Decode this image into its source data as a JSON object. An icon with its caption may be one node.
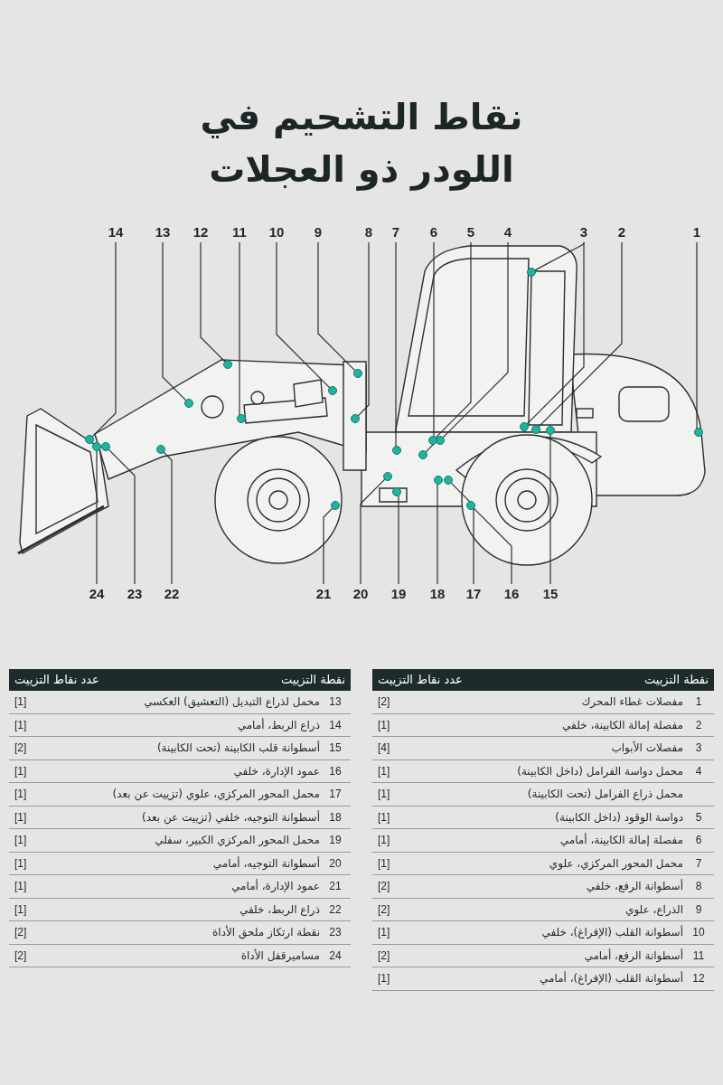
{
  "diagram": {
    "title": "نقاط التشحيم في اللودر ذو العجلات",
    "nodes": [
      {
        "text": [
          "1"
        ]
      },
      {
        "text": [
          "2"
        ]
      },
      {
        "text": [
          "3"
        ]
      },
      {
        "text": [
          "4"
        ]
      },
      {
        "text": [
          "5"
        ]
      },
      {
        "text": [
          "6"
        ]
      },
      {
        "text": [
          "7"
        ]
      },
      {
        "text": [
          "8"
        ]
      },
      {
        "text": [
          "9"
        ]
      },
      {
        "text": [
          "10"
        ]
      },
      {
        "text": [
          "11"
        ]
      },
      {
        "text": [
          "12"
        ]
      },
      {
        "text": [
          "13"
        ]
      },
      {
        "text": [
          "14"
        ]
      },
      {
        "text": [
          "15"
        ]
      },
      {
        "text": [
          "16"
        ]
      },
      {
        "text": [
          "17"
        ]
      },
      {
        "text": [
          "18"
        ]
      },
      {
        "text": [
          "19"
        ]
      },
      {
        "text": [
          "20"
        ]
      },
      {
        "text": [
          "21"
        ]
      },
      {
        "text": [
          "22"
        ]
      },
      {
        "text": [
          "23"
        ]
      },
      {
        "text": [
          "24"
        ]
      },
      {
        "text": [],
        "shape": "circle"
      },
      {
        "text": [],
        "shape": "circle"
      },
      {
        "text": [],
        "shape": "circle"
      },
      {
        "text": [],
        "shape": "circle"
      },
      {
        "text": [],
        "shape": "circle"
      },
      {
        "text": [],
        "shape": "circle"
      },
      {
        "text": [],
        "shape": "circle"
      },
      {
        "text": [],
        "shape": "circle"
      },
      {
        "text": [],
        "shape": "circle"
      },
      {
        "text": [],
        "shape": "circle"
      },
      {
        "text": [],
        "shape": "circle"
      },
      {
        "text": [],
        "shape": "circle"
      },
      {
        "text": [],
        "shape": "circle"
      },
      {
        "text": [],
        "shape": "circle"
      },
      {
        "text": [],
        "shape": "circle"
      },
      {
        "text": [],
        "shape": "circle"
      },
      {
        "text": [],
        "shape": "circle"
      },
      {
        "text": [],
        "shape": "circle"
      },
      {
        "text": [],
        "shape": "circle"
      },
      {
        "text": [],
        "shape": "circle"
      },
      {
        "text": [],
        "shape": "circle"
      },
      {
        "text": [],
        "shape": "circle"
      },
      {
        "text": [],
        "shape": "circle"
      },
      {
        "text": [],
        "shape": "circle"
      },
      {
        "text": [],
        "shape": "circle"
      }
    ],
    "edges": [
      {
        "from": 0,
        "to": 24,
        "arrow": "none"
      },
      {
        "from": 1,
        "to": 25,
        "arrow": "none"
      },
      {
        "from": 2,
        "to": 26,
        "arrow": "none"
      },
      {
        "from": 2,
        "to": 27,
        "arrow": "none"
      },
      {
        "from": 3,
        "to": 28,
        "arrow": "none"
      },
      {
        "from": 4,
        "to": 29,
        "arrow": "none"
      },
      {
        "from": 5,
        "to": 30,
        "arrow": "none"
      },
      {
        "from": 6,
        "to": 31,
        "arrow": "none"
      },
      {
        "from": 7,
        "to": 32,
        "arrow": "none"
      },
      {
        "from": 8,
        "to": 33,
        "arrow": "none"
      },
      {
        "from": 9,
        "to": 34,
        "arrow": "none"
      },
      {
        "from": 10,
        "to": 35,
        "arrow": "none"
      },
      {
        "from": 11,
        "to": 36,
        "arrow": "none"
      },
      {
        "from": 12,
        "to": 37,
        "arrow": "none"
      },
      {
        "from": 13,
        "to": 38,
        "arrow": "none"
      },
      {
        "from": 14,
        "to": 39,
        "arrow": "none"
      },
      {
        "from": 15,
        "to": 40,
        "arrow": "none"
      },
      {
        "from": 16,
        "to": 41,
        "arrow": "none"
      },
      {
        "from": 17,
        "to": 42,
        "arrow": "none"
      },
      {
        "from": 18,
        "to": 43,
        "arrow": "none"
      },
      {
        "from": 19,
        "to": 44,
        "arrow": "none"
      },
      {
        "from": 20,
        "to": 45,
        "arrow": "none"
      },
      {
        "from": 21,
        "to": 46,
        "arrow": "none"
      },
      {
        "from": 22,
        "to": 47,
        "arrow": "none"
      },
      {
        "from": 23,
        "to": 48,
        "arrow": "none"
      }
    ],
    "labels": [
      "نقطة التزييت",
      "عدد نقاط التزييت",
      "1",
      "مفصلات غطاء المحرك",
      "[2]",
      "2",
      "مفصلة إمالة الكابينة، خلفي",
      "[1]",
      "3",
      "مفصلات الأبواب",
      "[4]",
      "4",
      "محمل دواسة الفرامل (داخل الكابينة)",
      "[1]",
      "محمل ذراع الفرامل (تحت الكابينة)",
      "[1]",
      "5",
      "دواسة الوقود (داخل الكابينة)",
      "[1]",
      "6",
      "مفصلة إمالة الكابينة، أمامي",
      "[1]",
      "7",
      "محمل المحور المركزي، علوي",
      "[1]",
      "8",
      "أسطوانة الرفع، خلفي",
      "[2]",
      "9",
      "الذراع، علوي",
      "[2]",
      "10",
      "أسطوانة القلب (الإفراغ)، خلفي",
      "[1]",
      "11",
      "أسطوانة الرفع، أمامي",
      "[2]",
      "12",
      "أسطوانة القلب (الإفراغ)، أمامي",
      "[1]",
      "نقطة التزييت",
      "عدد نقاط التزييت",
      "13",
      "محمل لذراع التبديل (التعشيق) العكسي",
      "[1]",
      "14",
      "ذراع الربط، أمامي",
      "[1]",
      "15",
      "أسطوانة قلب الكابينة (تحت الكابينة)",
      "[2]",
      "16",
      "عمود الإدارة، خلفي",
      "[1]",
      "17",
      "محمل المحور المركزي، علوي (تزييت عن بعد)",
      "[1]",
      "18",
      "أسطوانة التوجيه، خلفي (تزييت عن بعد)",
      "[1]",
      "19",
      "محمل المحور المركزي الكبير، سفلي",
      "[1]",
      "20",
      "أسطوانة التوجيه، أمامي",
      "[1]",
      "21",
      "عمود الإدارة، أمامي",
      "[1]",
      "22",
      "ذراع الربط، خلفي",
      "[1]",
      "23",
      "نقطة ارتكاز ملحق الأداة",
      "[2]",
      "24",
      "مساميرقفل الأداة",
      "[2]"
    ]
  }
}
